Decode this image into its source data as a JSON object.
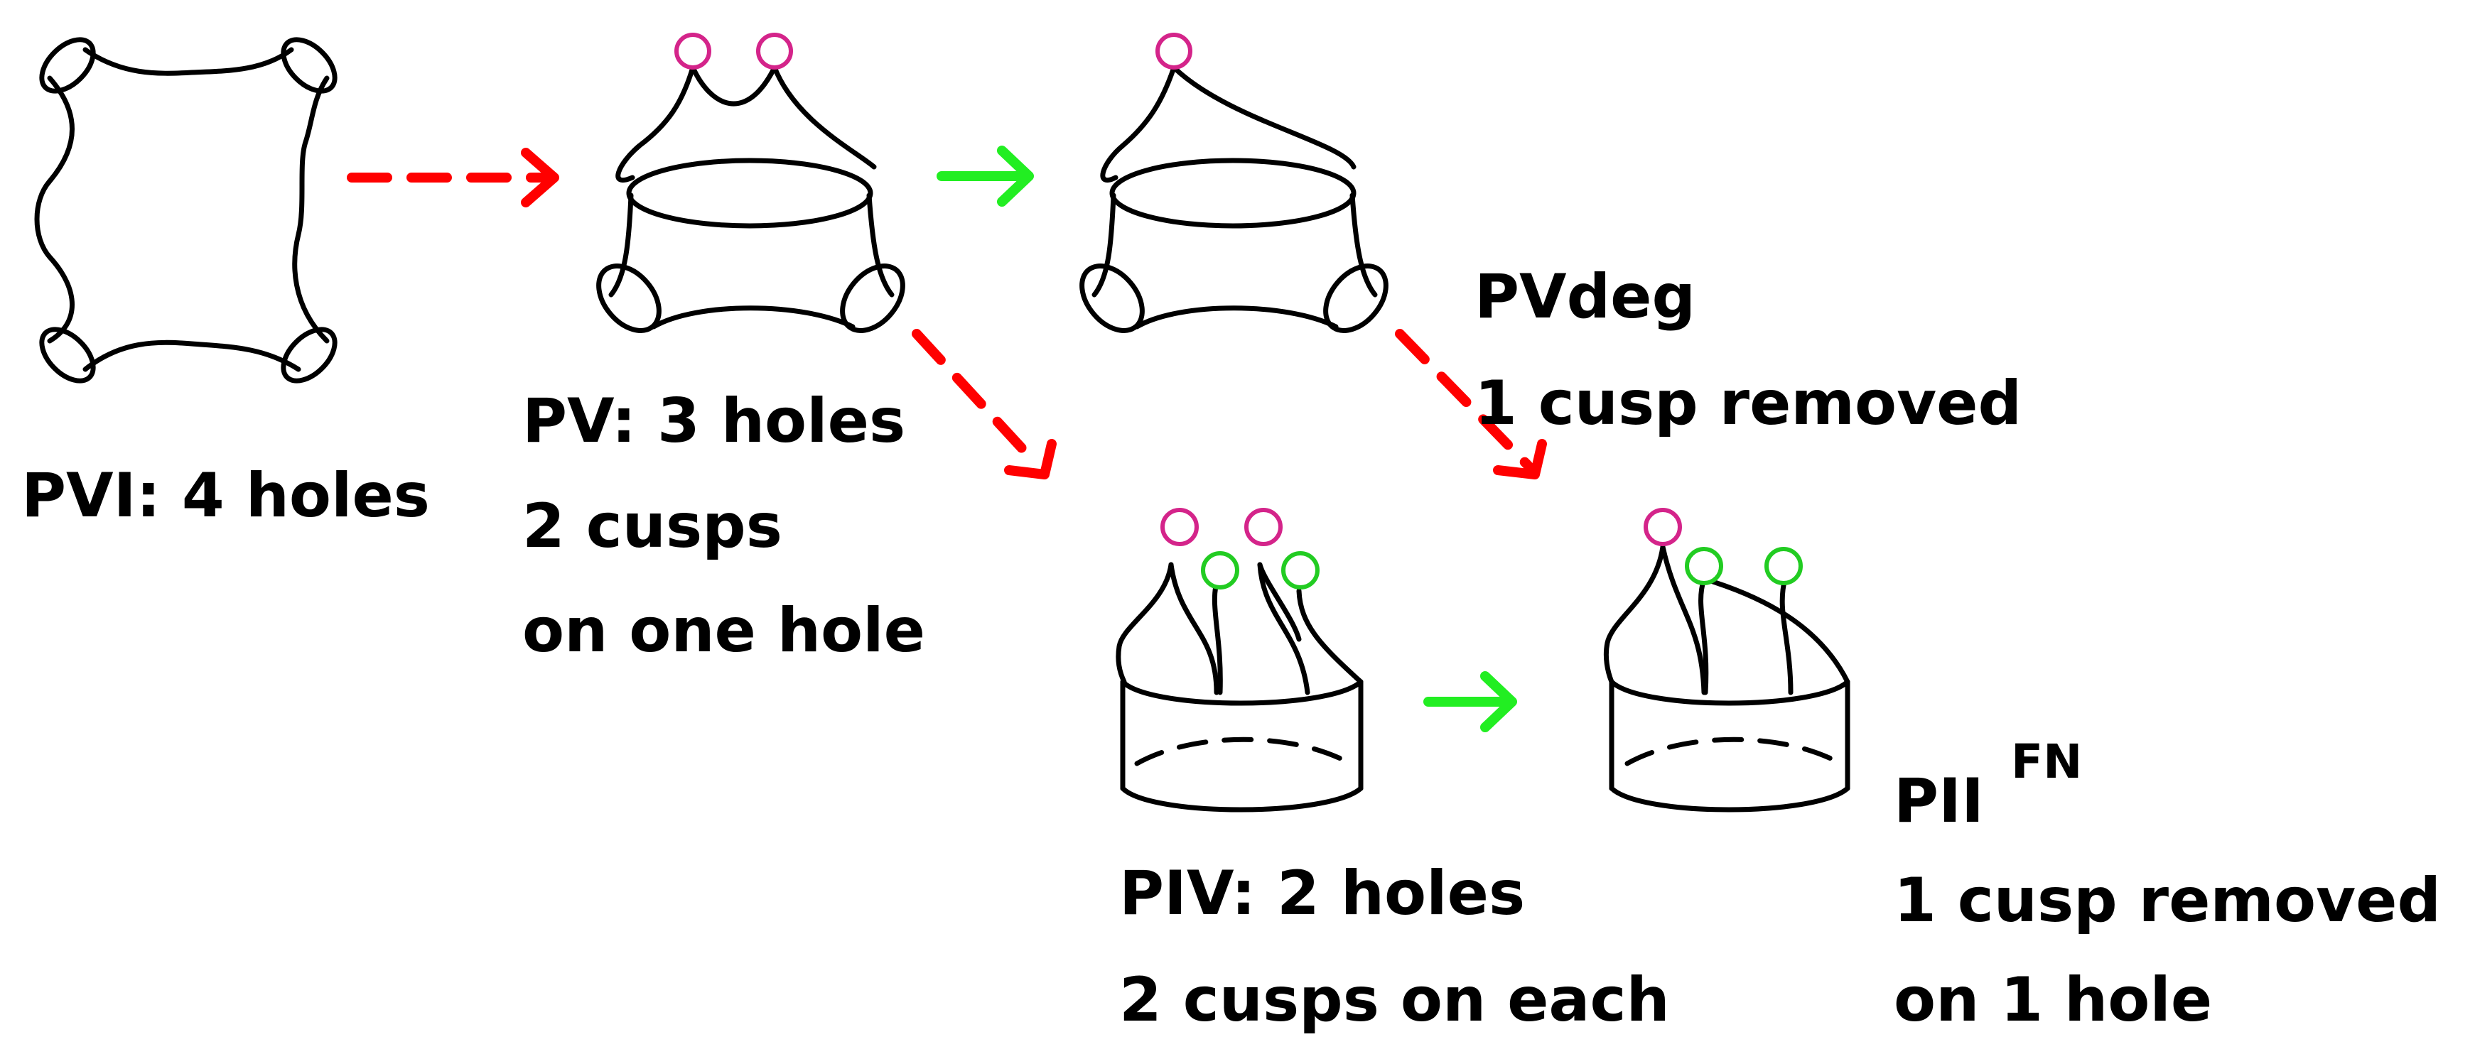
{
  "colors": {
    "ink": "#000000",
    "dashed_arrow": "#ff0000",
    "solid_arrow": "#22dd22",
    "magenta": "#d4248a",
    "green": "#22cc22"
  },
  "labels": {
    "pvi": "PVI: 4 holes",
    "pv_line1": "PV: 3 holes",
    "pv_line2": "2 cusps",
    "pv_line3": "on one hole",
    "pvdeg_line1": "PVdeg",
    "pvdeg_line2": "1 cusp removed",
    "piv_line1": "PIV: 2 holes",
    "piv_line2": "2 cusps on each",
    "pii_base": "PII",
    "pii_sup": "FN",
    "pii_line2": "1 cusp removed",
    "pii_line3": "on 1 hole"
  }
}
